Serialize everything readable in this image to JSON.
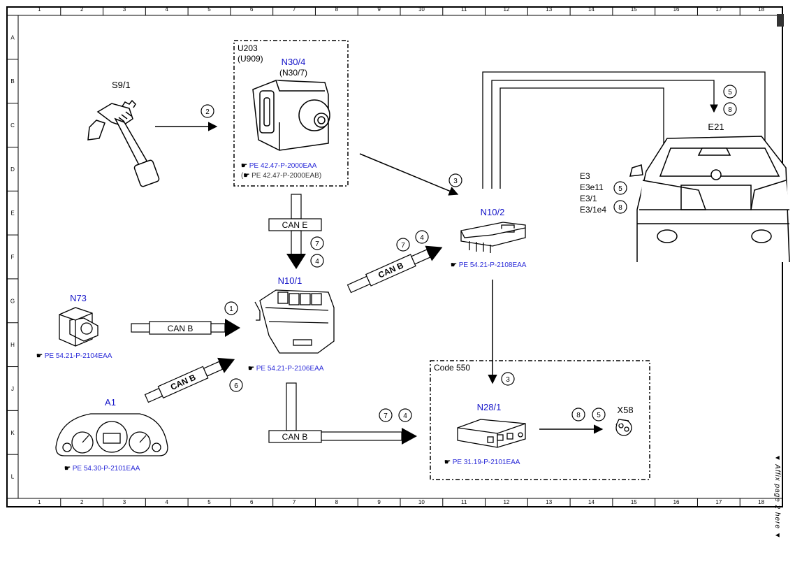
{
  "grid": {
    "columns": [
      "1",
      "2",
      "3",
      "4",
      "5",
      "6",
      "7",
      "8",
      "9",
      "10",
      "11",
      "12",
      "13",
      "14",
      "15",
      "16",
      "17",
      "18"
    ],
    "rows": [
      "A",
      "B",
      "C",
      "D",
      "E",
      "F",
      "G",
      "H",
      "J",
      "K",
      "L"
    ]
  },
  "side_note": "▼ Affix page 2 here ▼",
  "colors": {
    "line": "#000000",
    "ref_text": "#2a2ad8",
    "component_label": "#1414c8"
  },
  "components": {
    "s9_1": {
      "label": "S9/1"
    },
    "u203": {
      "label_line1": "U203",
      "label_line2": "(U909)"
    },
    "n30_4": {
      "label": "N30/4",
      "sublabel": "(N30/7)",
      "ref1": "PE 42.47-P-2000EAA",
      "ref2": "PE 42.47-P-2000EAB"
    },
    "n10_1": {
      "label": "N10/1",
      "ref": "PE 54.21-P-2106EAA"
    },
    "n10_2": {
      "label": "N10/2",
      "ref": "PE 54.21-P-2108EAA"
    },
    "n73": {
      "label": "N73",
      "ref": "PE 54.21-P-2104EAA"
    },
    "a1": {
      "label": "A1",
      "ref": "PE 54.30-P-2101EAA"
    },
    "code550": {
      "label": "Code 550"
    },
    "n28_1": {
      "label": "N28/1",
      "ref": "PE 31.19-P-2101EAA"
    },
    "x58": {
      "label": "X58"
    },
    "e21": {
      "label": "E21"
    },
    "e3": {
      "labels": [
        "E3",
        "E3e11",
        "E3/1",
        "E3/1e4"
      ]
    }
  },
  "bus_labels": {
    "can_e": "CAN E",
    "can_b": "CAN B"
  },
  "step_numbers": {
    "s1": "1",
    "s2": "2",
    "s3a": "3",
    "s3b": "3",
    "s4a": "4",
    "s4b": "4",
    "s4c": "4",
    "s5a": "5",
    "s5b": "5",
    "s5c": "5",
    "s6": "6",
    "s7a": "7",
    "s7b": "7",
    "s7c": "7",
    "s8a": "8",
    "s8b": "8",
    "s8c": "8"
  }
}
